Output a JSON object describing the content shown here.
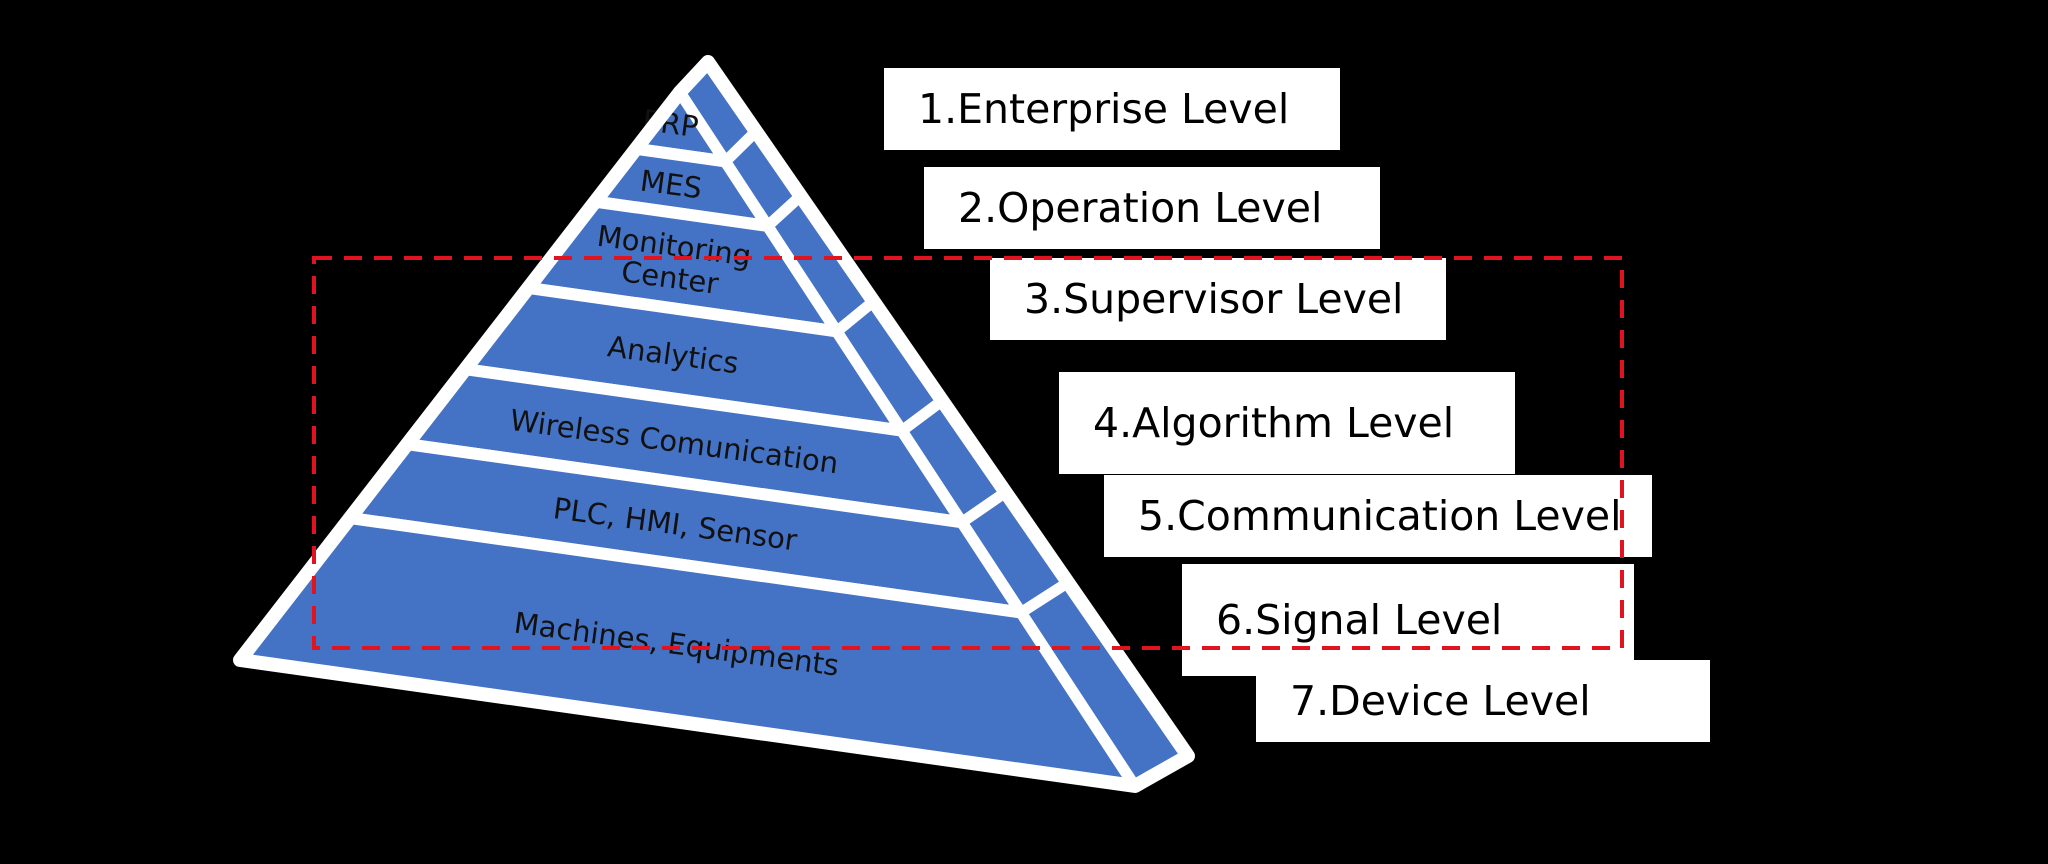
{
  "colors": {
    "background": "#000000",
    "layer_fill": "#4472c4",
    "outline": "#ffffff",
    "highlight": "#e0141e"
  },
  "pyramid": {
    "layers": [
      {
        "lines": [
          "ERP"
        ]
      },
      {
        "lines": [
          "MES"
        ]
      },
      {
        "lines": [
          "Monitoring",
          "Center"
        ]
      },
      {
        "lines": [
          "Analytics"
        ]
      },
      {
        "lines": [
          "Wireless Comunication"
        ]
      },
      {
        "lines": [
          "PLC, HMI, Sensor"
        ]
      },
      {
        "lines": [
          "Machines, Equipments"
        ]
      }
    ]
  },
  "levels": [
    {
      "label": "1.Enterprise Level"
    },
    {
      "label": "2.Operation Level"
    },
    {
      "label": "3.Supervisor Level"
    },
    {
      "label": "4.Algorithm Level"
    },
    {
      "label": "5.Communication Level"
    },
    {
      "label": "6.Signal Level"
    },
    {
      "label": "7.Device Level"
    }
  ],
  "highlight": {
    "first_layer": 3,
    "last_layer": 6
  }
}
